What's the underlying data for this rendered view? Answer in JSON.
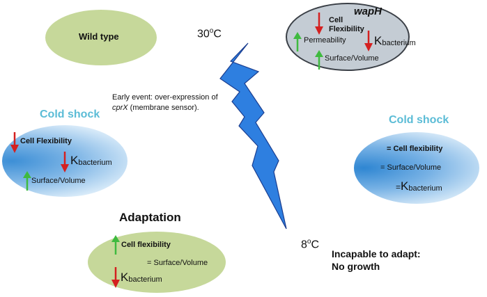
{
  "wild_type": {
    "label": "Wild type"
  },
  "temp_top": {
    "value": "30",
    "unit": "C",
    "degree": "o"
  },
  "temp_bottom": {
    "value": "8",
    "unit": "C",
    "degree": "o"
  },
  "wapH": {
    "title": "wapH",
    "cell": "Cell",
    "flexibility": "Flexibility",
    "permeability": "Permeability",
    "k": "K",
    "k_sub": "bacterium",
    "surface": "Surface/Volume"
  },
  "early_event": {
    "line1": "Early event: over-expression of",
    "gene": "cprX",
    "line2_rest": " (membrane sensor)."
  },
  "cold_left": {
    "title": "Cold shock",
    "cell_flex": "Cell Flexibility",
    "k": "K",
    "k_sub": "bacterium",
    "surface": "Surface/Volume"
  },
  "cold_right": {
    "title": "Cold shock",
    "cell_flex": "= Cell flexibility",
    "surface": "= Surface/Volume",
    "k_prefix": "=",
    "k": "K",
    "k_sub": "bacterium"
  },
  "adaptation": {
    "title": "Adaptation",
    "cell_flex": "Cell flexibility",
    "surface": "= Surface/Volume",
    "k": "K",
    "k_sub": "bacterium"
  },
  "incapable": {
    "line1": "Incapable to adapt:",
    "line2": "No growth"
  },
  "colors": {
    "down_arrow": "#d42020",
    "up_arrow": "#3fba3f",
    "lightning": "#2e7fe0",
    "cold_title": "#5bbcd6"
  }
}
